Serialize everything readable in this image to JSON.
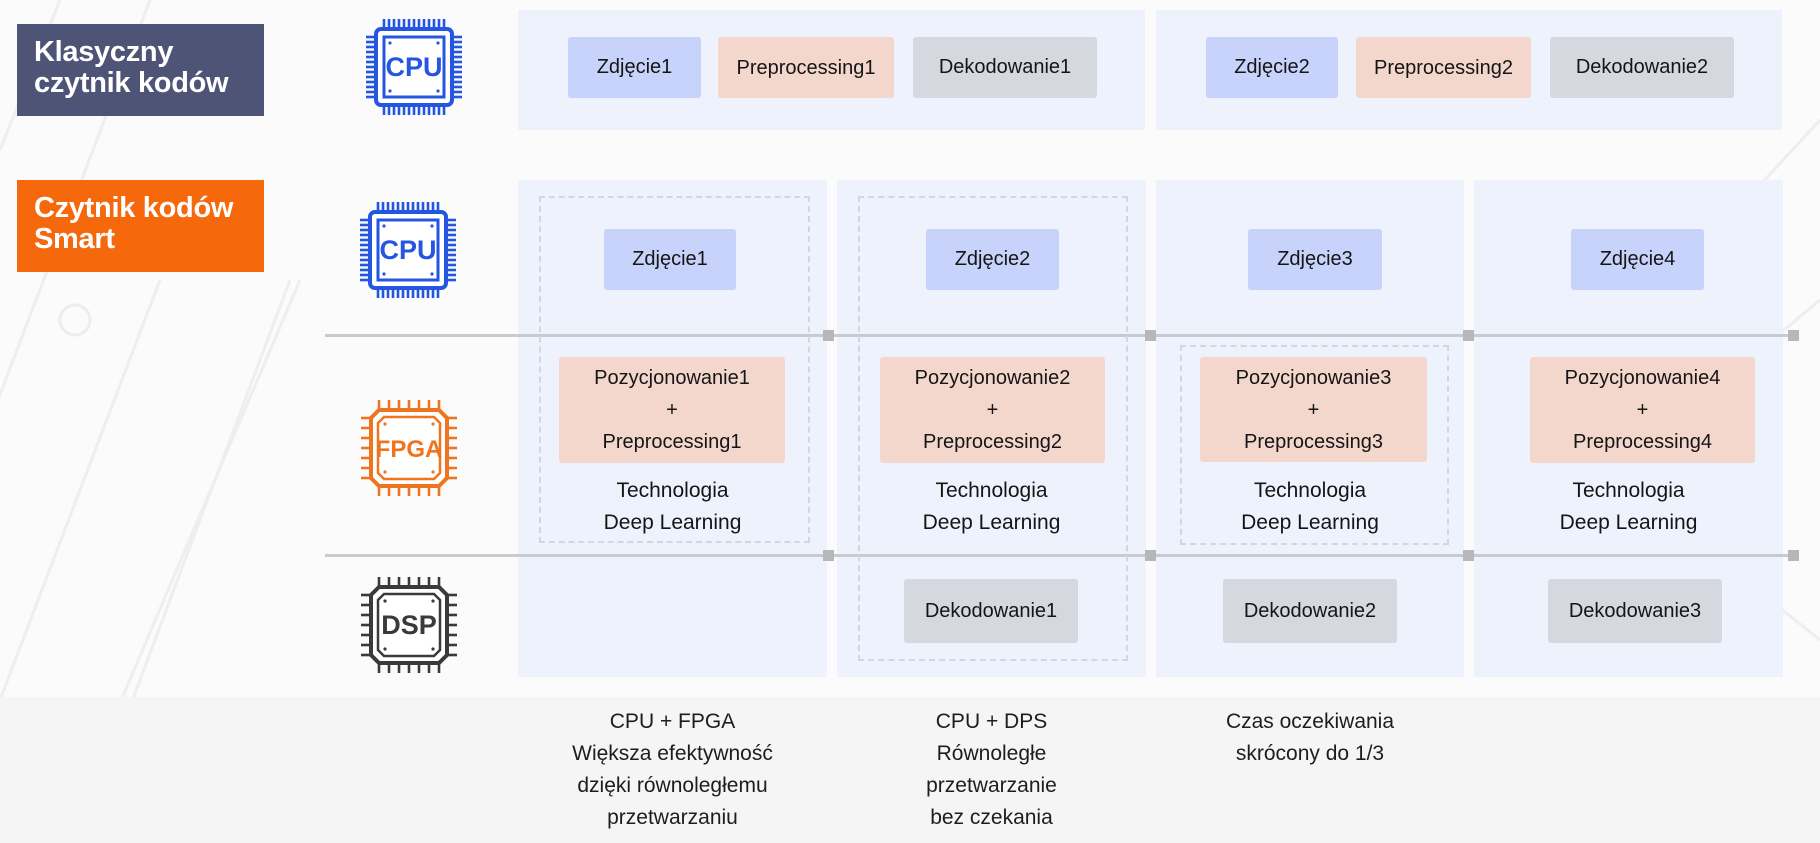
{
  "labels": {
    "classic": {
      "line1": "Klasyczny",
      "line2": "czytnik kodów",
      "color": "#4e5475"
    },
    "smart": {
      "line1": "Czytnik kodów",
      "line2": "Smart",
      "color": "#f5690c"
    }
  },
  "processors": {
    "cpu": {
      "text": "CPU",
      "color": "#2456e0"
    },
    "fpga": {
      "text": "FPGA",
      "color": "#f0731e"
    },
    "dsp": {
      "text": "DSP",
      "color": "#3a3a3a"
    }
  },
  "classic_row": {
    "groups": [
      {
        "image": "Zdjęcie1",
        "preprocessing": "Preprocessing1",
        "decoding": "Dekodowanie1"
      },
      {
        "image": "Zdjęcie2",
        "preprocessing": "Preprocessing2",
        "decoding": "Dekodowanie2"
      }
    ]
  },
  "smart_row": {
    "columns": [
      {
        "image": "Zdjęcie1",
        "pos_line1": "Pozycjonowanie1",
        "plus": "+",
        "pos_line2": "Preprocessing1",
        "tech_line1": "Technologia",
        "tech_line2": "Deep Learning",
        "decoding": ""
      },
      {
        "image": "Zdjęcie2",
        "pos_line1": "Pozycjonowanie2",
        "plus": "+",
        "pos_line2": "Preprocessing2",
        "tech_line1": "Technologia",
        "tech_line2": "Deep Learning",
        "decoding": "Dekodowanie1"
      },
      {
        "image": "Zdjęcie3",
        "pos_line1": "Pozycjonowanie3",
        "plus": "+",
        "pos_line2": "Preprocessing3",
        "tech_line1": "Technologia",
        "tech_line2": "Deep Learning",
        "decoding": "Dekodowanie2"
      },
      {
        "image": "Zdjęcie4",
        "pos_line1": "Pozycjonowanie4",
        "plus": "+",
        "pos_line2": "Preprocessing4",
        "tech_line1": "Technologia",
        "tech_line2": "Deep Learning",
        "decoding": "Dekodowanie3"
      }
    ]
  },
  "footnotes": [
    {
      "lines": [
        "CPU + FPGA",
        "Większa efektywność",
        "dzięki równoległemu",
        "przetwarzaniu"
      ]
    },
    {
      "lines": [
        "CPU + DPS",
        "Równoległe",
        "przetwarzanie",
        "bez czekania"
      ]
    },
    {
      "lines": [
        "Czas oczekiwania",
        "skrócony do 1/3"
      ]
    }
  ],
  "colors": {
    "panel": "#eef2fc",
    "image_box": "#c7d3fa",
    "preprocessing_box": "#f3d7cd",
    "decoding_box": "#d5d8df"
  }
}
